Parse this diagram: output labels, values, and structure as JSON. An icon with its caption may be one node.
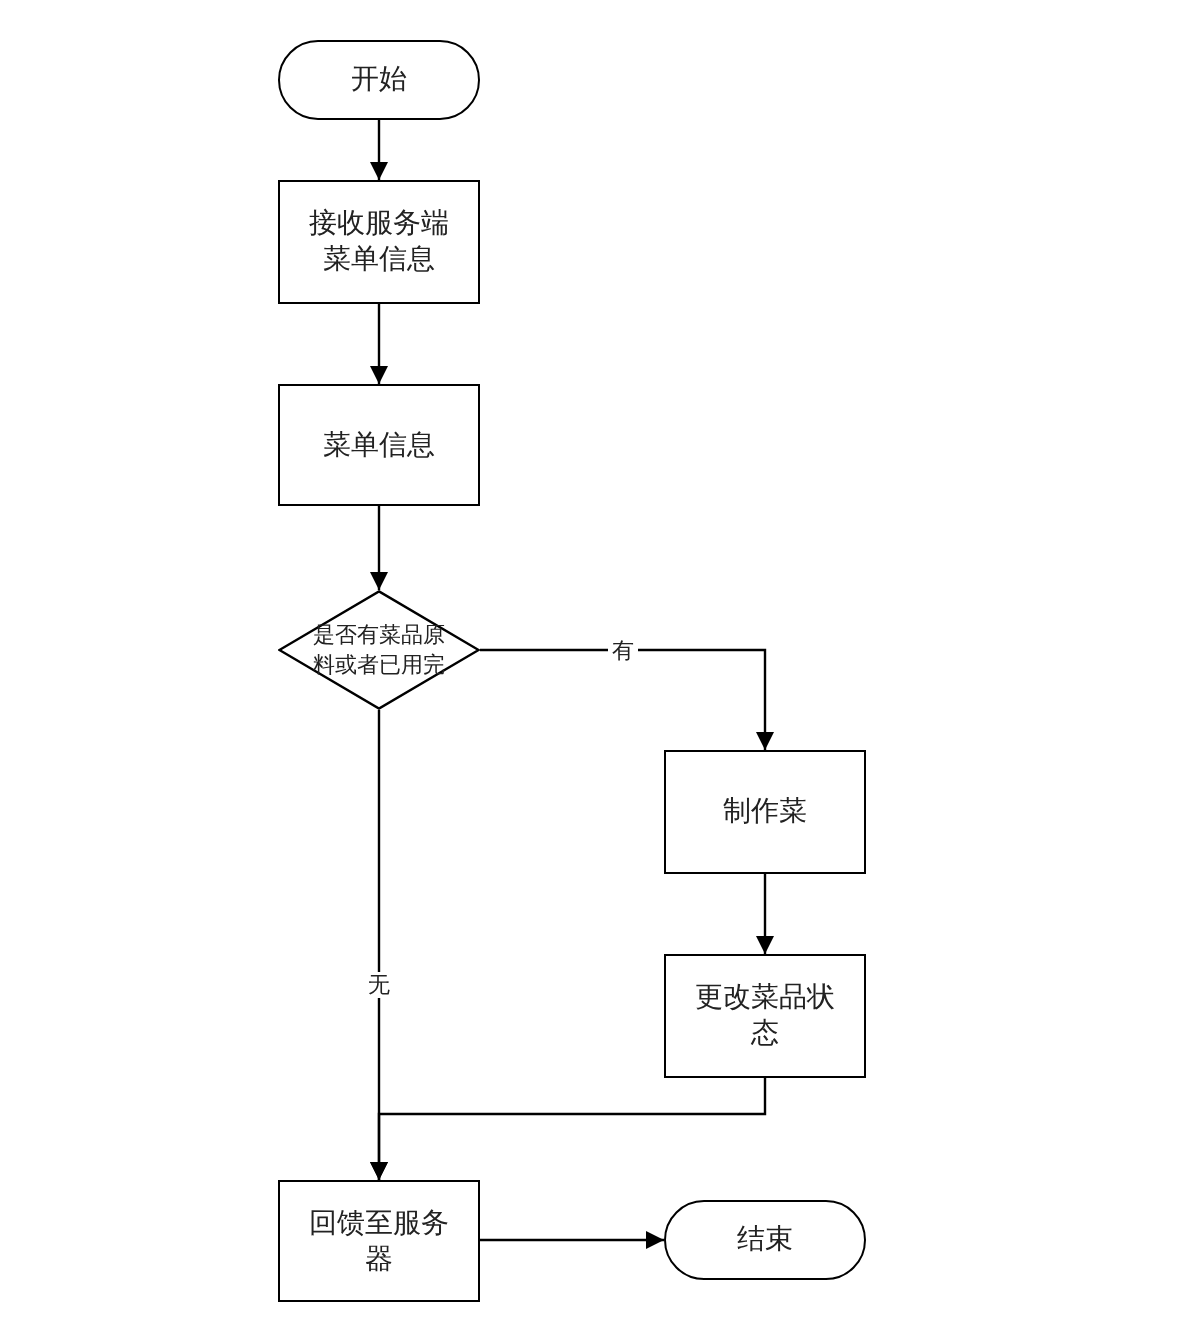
{
  "diagram": {
    "nodes": [
      {
        "text": [
          "开始"
        ]
      },
      {
        "text": [
          "接收服务端菜单信息"
        ]
      },
      {
        "text": [
          "菜单信息"
        ]
      },
      {
        "text": [
          "是否有菜品原料或者已用完"
        ]
      },
      {
        "text": [
          "制作菜"
        ]
      },
      {
        "text": [
          "更改菜品状态"
        ]
      },
      {
        "text": [
          "回馈至服务器"
        ]
      },
      {
        "text": [
          "结束"
        ]
      }
    ],
    "edges": [
      {
        "from": 0,
        "to": 1,
        "arrow": "to"
      },
      {
        "from": 1,
        "to": 2,
        "arrow": "to"
      },
      {
        "from": 2,
        "to": 3,
        "arrow": "to"
      },
      {
        "from": 3,
        "to": 4,
        "arrow": "to",
        "label": "有"
      },
      {
        "from": 4,
        "to": 5,
        "arrow": "to"
      },
      {
        "from": 3,
        "to": 6,
        "arrow": "to",
        "label": "无"
      },
      {
        "from": 5,
        "to": 6,
        "arrow": "to"
      },
      {
        "from": 6,
        "to": 7,
        "arrow": "to"
      }
    ]
  }
}
